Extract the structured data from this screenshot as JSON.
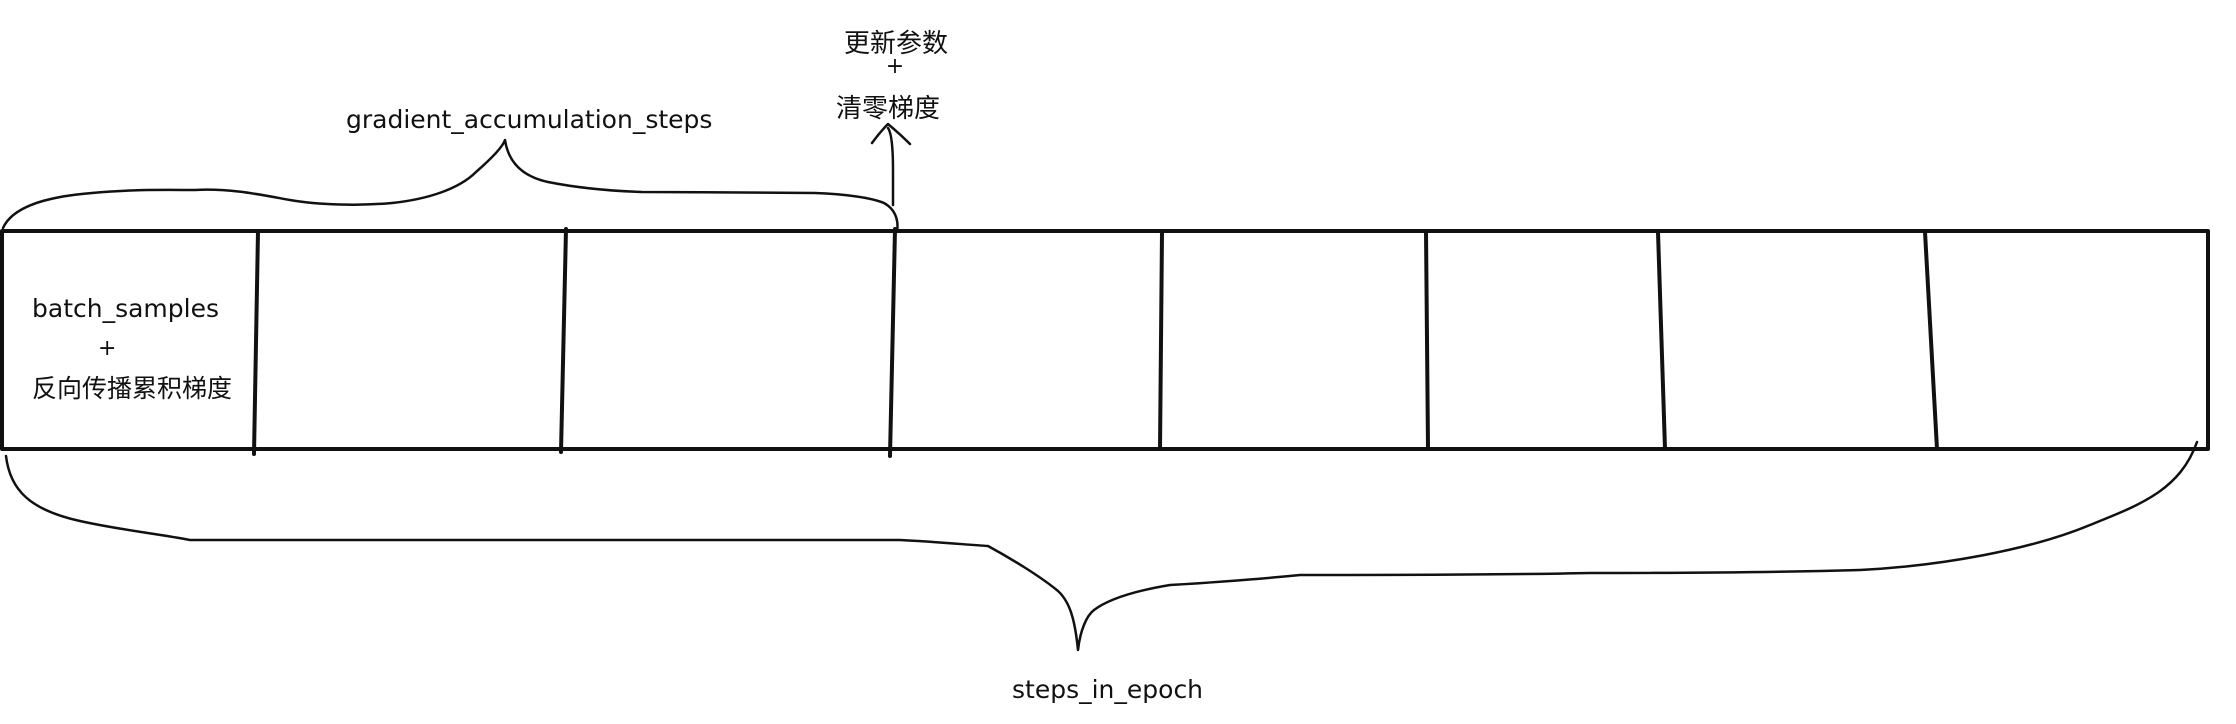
{
  "labels": {
    "update_params": "更新参数",
    "update_plus": "+",
    "zero_grad": "清零梯度",
    "grad_accum_steps": "gradient_accumulation_steps",
    "batch_samples": "batch_samples",
    "batch_plus": "+",
    "backward_accum": "反向传播累积梯度",
    "steps_in_epoch": "steps_in_epoch"
  },
  "colors": {
    "ink": "#111111",
    "background": "#ffffff"
  }
}
